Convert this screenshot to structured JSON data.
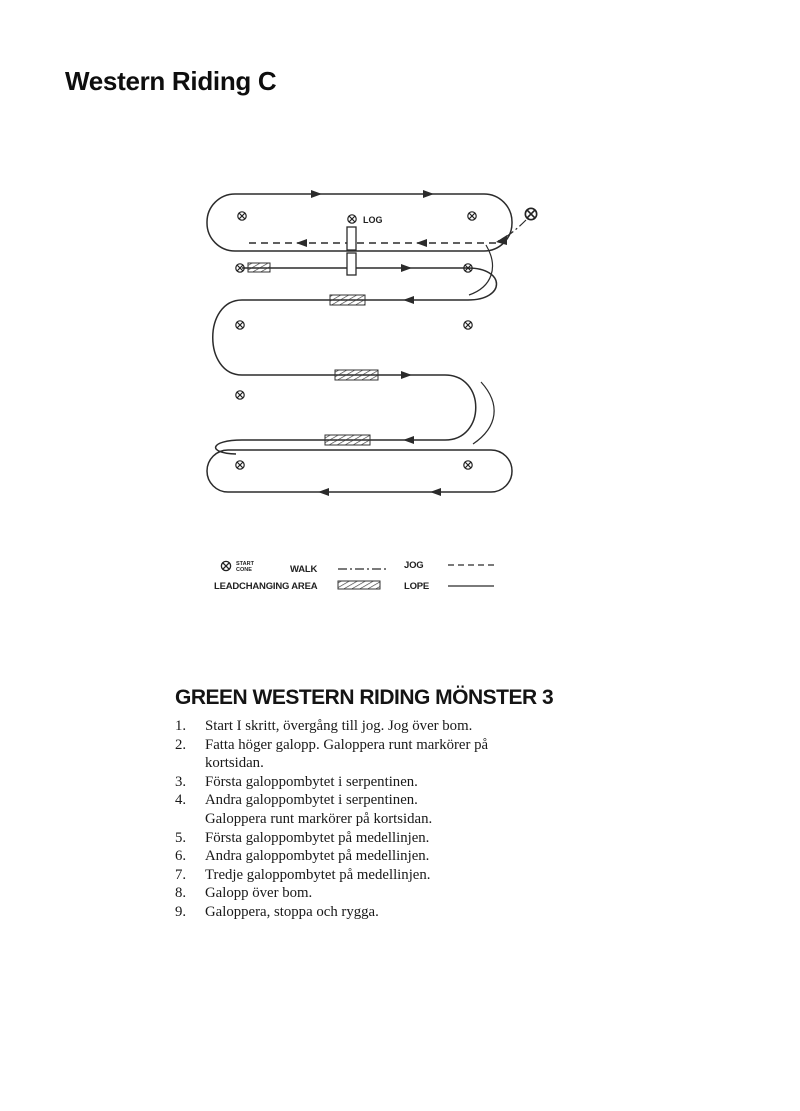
{
  "page": {
    "title": "Western Riding C"
  },
  "diagram": {
    "log_label": "LOG",
    "legend": {
      "start_cone_line1": "START",
      "start_cone_line2": "CONE",
      "walk": "WALK",
      "jog": "JOG",
      "lead_changing_area": "LEADCHANGING AREA",
      "lope": "LOPE"
    }
  },
  "pattern": {
    "heading": "GREEN WESTERN RIDING MÖNSTER 3",
    "steps": [
      {
        "num": "1.",
        "text": "Start I skritt, övergång till jog. Jog över bom."
      },
      {
        "num": "2.",
        "text": "Fatta höger galopp. Galoppera runt markörer på",
        "text2": "kortsidan."
      },
      {
        "num": "3.",
        "text": "Första galoppombytet i serpentinen."
      },
      {
        "num": "4.",
        "text": "Andra galoppombytet i serpentinen.",
        "text2": "Galoppera runt markörer på kortsidan."
      },
      {
        "num": "5.",
        "text": "Första galoppombytet på medellinjen."
      },
      {
        "num": "6.",
        "text": "Andra galoppombytet på medellinjen."
      },
      {
        "num": "7.",
        "text": "Tredje galoppombytet på medellinjen."
      },
      {
        "num": "8.",
        "text": "Galopp över bom."
      },
      {
        "num": "9.",
        "text": "Galoppera, stoppa och rygga."
      }
    ]
  }
}
